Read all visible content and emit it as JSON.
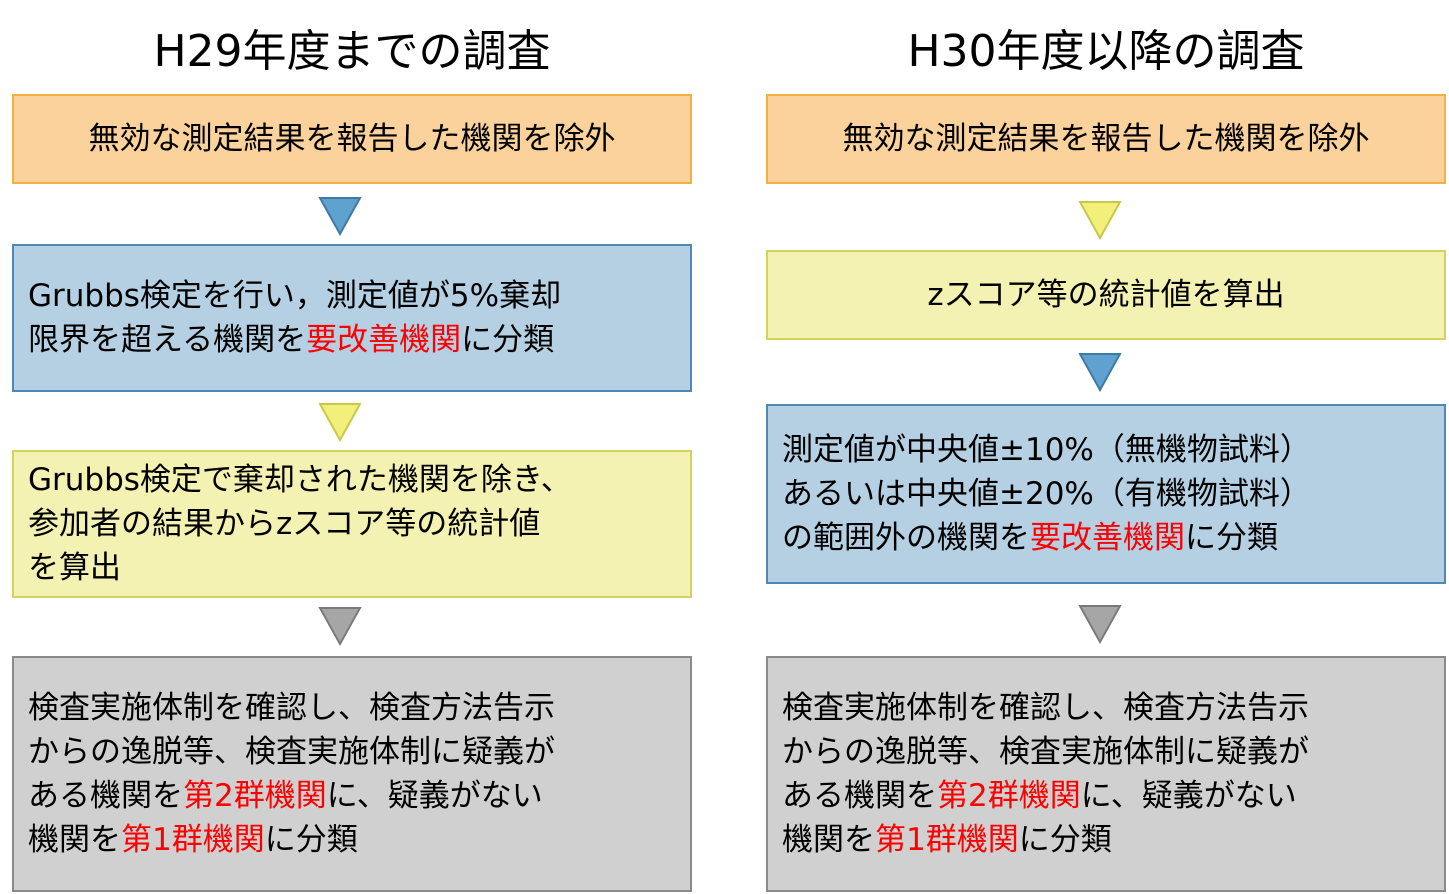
{
  "left": {
    "title": "H29年度までの調査",
    "step1": "無効な測定結果を報告した機関を除外",
    "step2": {
      "line1": "Grubbs検定を行い，測定値が5%棄却",
      "line2_pre": "限界を超える機関を",
      "line2_red": "要改善機関",
      "line2_post": "に分類"
    },
    "step3": {
      "line1": "Grubbs検定で棄却された機関を除き、",
      "line2": "参加者の結果からzスコア等の統計値",
      "line3": "を算出"
    },
    "step4": {
      "line1": "検査実施体制を確認し、検査方法告示",
      "line2": "からの逸脱等、検査実施体制に疑義が",
      "line3_pre": "ある機関を",
      "line3_red": "第2群機関",
      "line3_post": "に、疑義がない",
      "line4_pre": "機関を",
      "line4_red": "第1群機関",
      "line4_post": "に分類"
    }
  },
  "right": {
    "title": "H30年度以降の調査",
    "step1": "無効な測定結果を報告した機関を除外",
    "step2": "zスコア等の統計値を算出",
    "step3": {
      "line1": "測定値が中央値±10%（無機物試料）",
      "line2": "あるいは中央値±20%（有機物試料）",
      "line3_pre": "の範囲外の機関を",
      "line3_red": "要改善機関",
      "line3_post": "に分類"
    },
    "step4": {
      "line1": "検査実施体制を確認し、検査方法告示",
      "line2": "からの逸脱等、検査実施体制に疑義が",
      "line3_pre": "ある機関を",
      "line3_red": "第2群機関",
      "line3_post": "に、疑義がない",
      "line4_pre": "機関を",
      "line4_red": "第1群機関",
      "line4_post": "に分類"
    }
  },
  "colors": {
    "orange_fill": "#fbd29b",
    "blue_fill": "#b4d0e2",
    "yellow_fill": "#f3f2b2",
    "gray_fill": "#d0d0d0",
    "highlight_red": "#ff0000"
  }
}
